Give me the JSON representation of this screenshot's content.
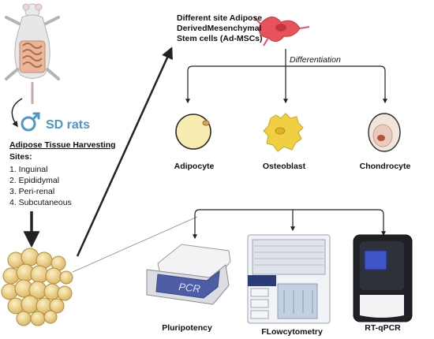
{
  "source": {
    "label": "SD rats"
  },
  "harvest": {
    "title": "Adipose Tissue Harvesting",
    "subtitle": "Sites:",
    "sites": [
      "1. Inguinal",
      "2. Epididymal",
      "3. Peri-renal",
      "4. Subcutaneous"
    ]
  },
  "stem_cells": {
    "title_lines": [
      "Different site Adipose",
      "DerivedMesenchymal",
      "Stem cells (Ad-MSCs)"
    ]
  },
  "differentiation": {
    "label": "Differentiation",
    "cells": [
      "Adipocyte",
      "Osteoblast",
      "Chondrocyte"
    ]
  },
  "analysis": {
    "methods": [
      "Pluripotency",
      "FLowcytometry",
      "RT-qPCR"
    ],
    "device_label": "PCR"
  },
  "colors": {
    "male_symbol": "#4a97c9",
    "stem_cell": "#e8525a",
    "adipocyte": "#f8ecb0",
    "osteoblast": "#f0d040",
    "chondrocyte": "#f2e6da",
    "fat_globule": "#eed590",
    "arrow": "#222222"
  }
}
